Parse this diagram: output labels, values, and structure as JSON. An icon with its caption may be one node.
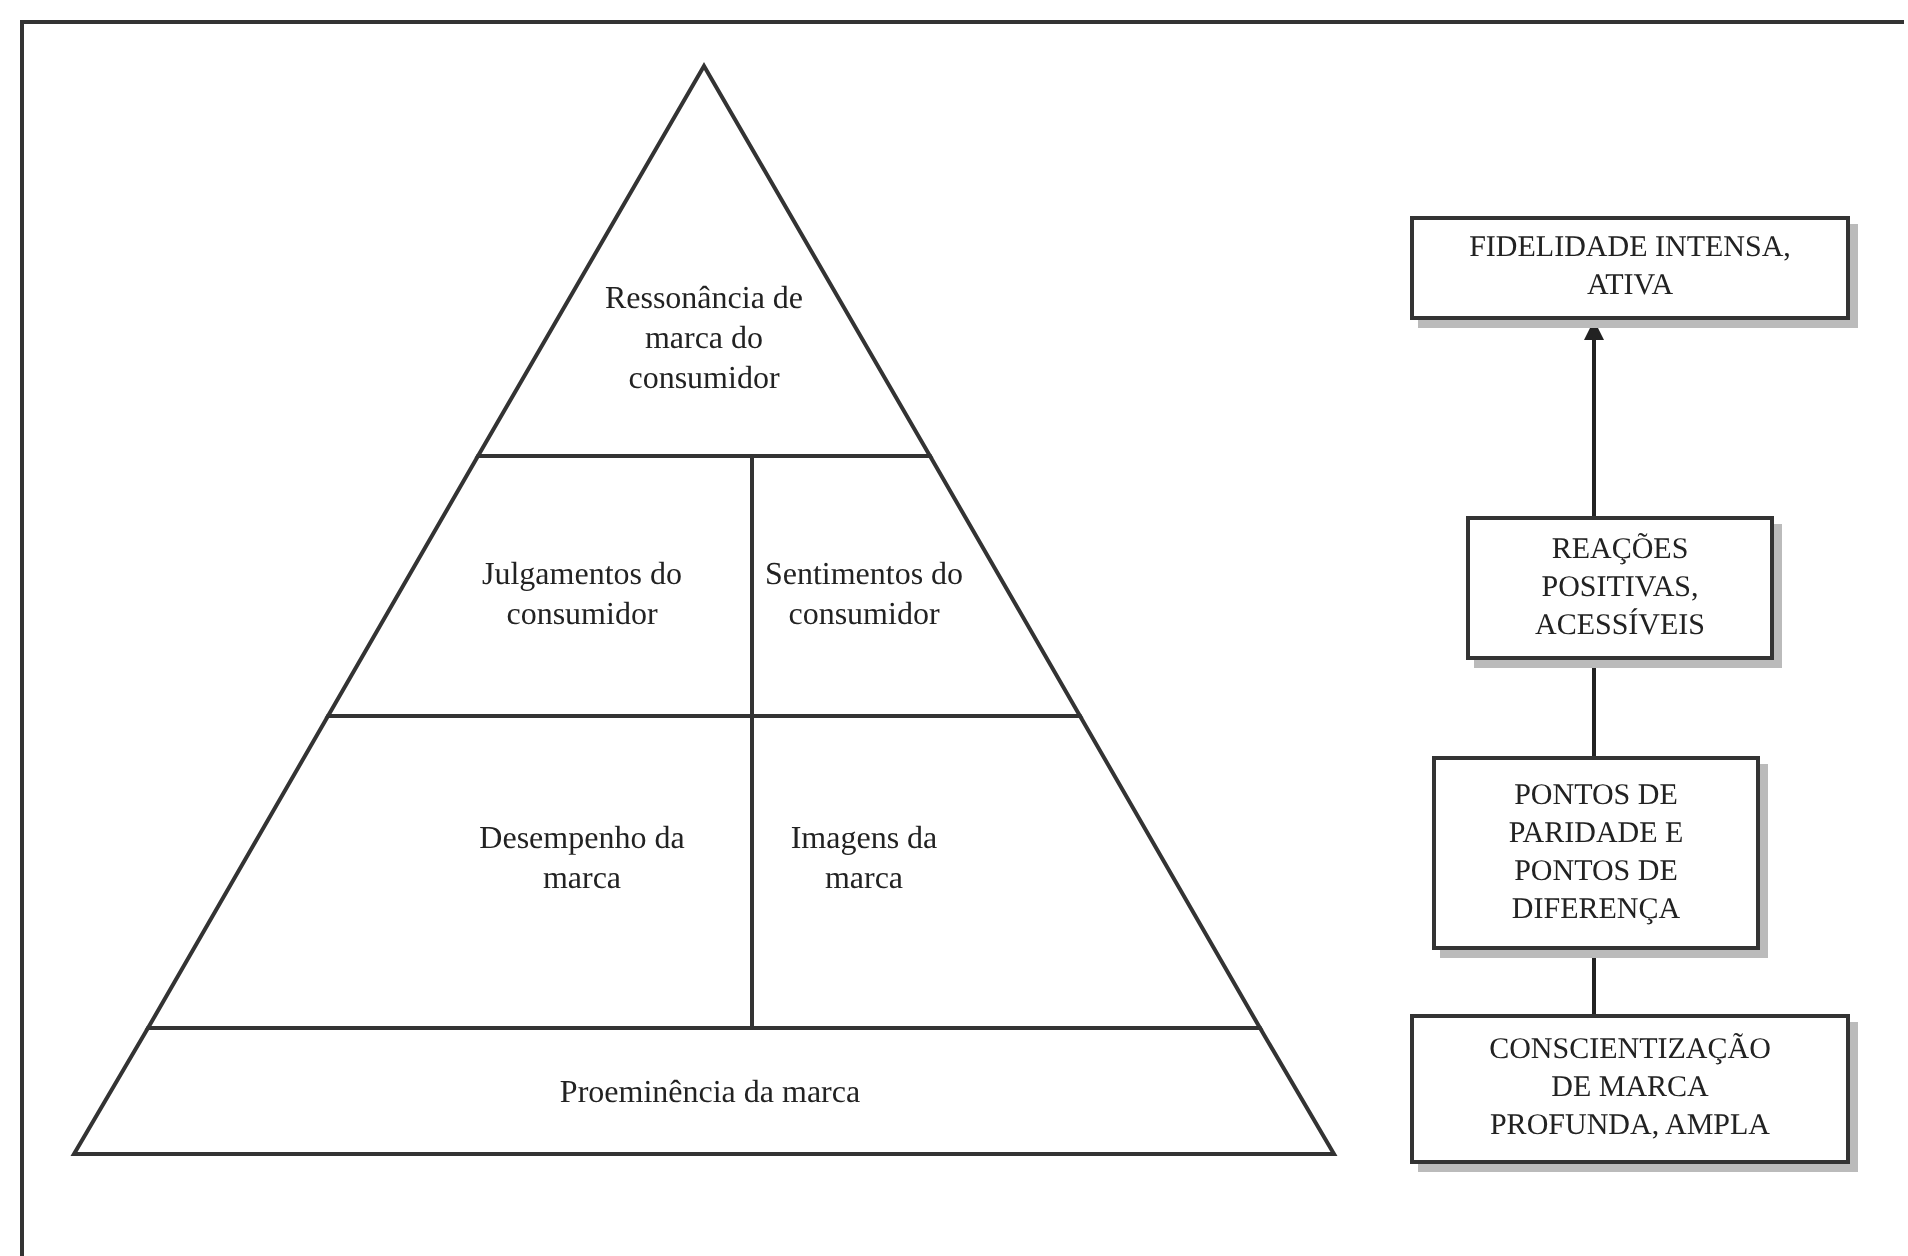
{
  "diagram": {
    "nodes": [
      {
        "text": [
          "Ressonância de marca do consumidor"
        ]
      },
      {
        "text": [
          "Julgamentos do consumidor"
        ]
      },
      {
        "text": [
          "Sentimentos do consumidor"
        ]
      },
      {
        "text": [
          "Desempenho da marca"
        ]
      },
      {
        "text": [
          "Imagens da marca"
        ]
      },
      {
        "text": [
          "Proeminência da marca"
        ]
      },
      {
        "text": [
          "FIDELIDADE INTENSA, ATIVA"
        ]
      },
      {
        "text": [
          "REAÇÕES POSITIVAS, ACESSÍVEIS"
        ]
      },
      {
        "text": [
          "PONTOS DE PARIDADE E PONTOS DE DIFERENÇA"
        ]
      },
      {
        "text": [
          "CONSCIENTIZAÇÃO DE MARCA PROFUNDA, AMPLA"
        ]
      }
    ],
    "edges": [
      {
        "from": 7,
        "to": 6,
        "arrow": "to"
      },
      {
        "from": 8,
        "to": 7,
        "arrow": "none"
      },
      {
        "from": 9,
        "to": 8,
        "arrow": "none"
      }
    ]
  }
}
